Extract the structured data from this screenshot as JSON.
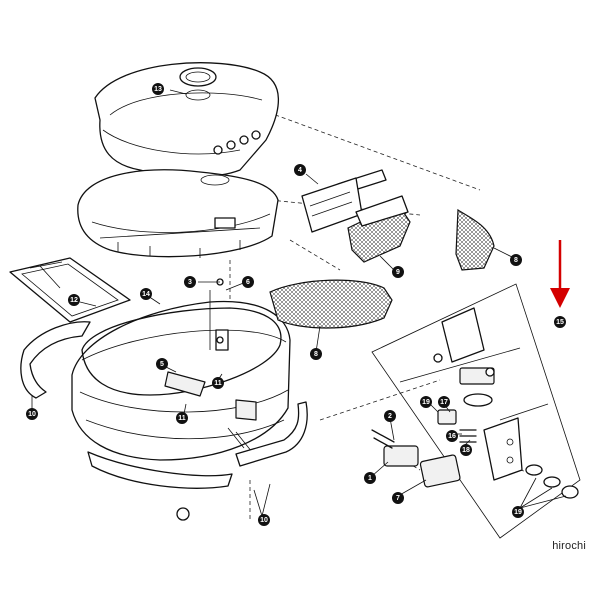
{
  "diagram": {
    "callouts": [
      {
        "id": "c13",
        "label": "13"
      },
      {
        "id": "c4",
        "label": "4"
      },
      {
        "id": "c9",
        "label": "9"
      },
      {
        "id": "c8a",
        "label": "8"
      },
      {
        "id": "c3",
        "label": "3"
      },
      {
        "id": "c6",
        "label": "6"
      },
      {
        "id": "c12",
        "label": "12"
      },
      {
        "id": "c14",
        "label": "14"
      },
      {
        "id": "c8b",
        "label": "8"
      },
      {
        "id": "c15",
        "label": "15"
      },
      {
        "id": "c10a",
        "label": "10"
      },
      {
        "id": "c5",
        "label": "5"
      },
      {
        "id": "c11a",
        "label": "11"
      },
      {
        "id": "c11b",
        "label": "11"
      },
      {
        "id": "c2",
        "label": "2"
      },
      {
        "id": "c19a",
        "label": "19"
      },
      {
        "id": "c17",
        "label": "17"
      },
      {
        "id": "c16",
        "label": "16"
      },
      {
        "id": "c18",
        "label": "18"
      },
      {
        "id": "c1",
        "label": "1"
      },
      {
        "id": "c7",
        "label": "7"
      },
      {
        "id": "c10b",
        "label": "10"
      },
      {
        "id": "c19b",
        "label": "19"
      }
    ],
    "highlight_arrow_color": "#d40000"
  },
  "watermark": "hirochi"
}
